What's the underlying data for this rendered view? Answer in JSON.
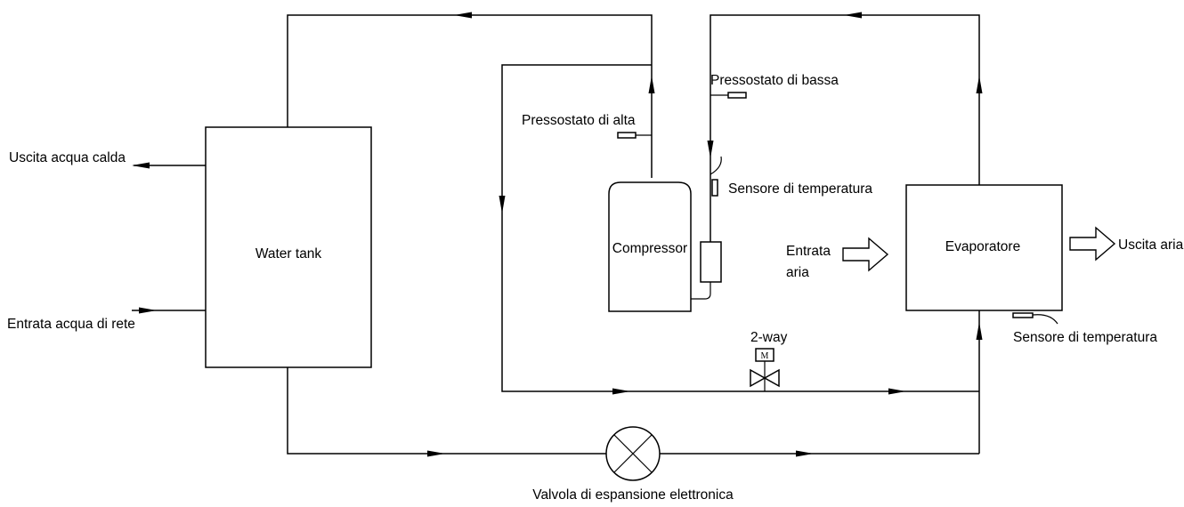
{
  "labels": {
    "water_tank": "Water tank",
    "compressor": "Compressor",
    "evaporator": "Evaporatore",
    "hot_water_out": "Uscita acqua calda",
    "mains_water_in": "Entrata acqua di rete",
    "high_pressure_switch": "Pressostato di alta",
    "low_pressure_switch": "Pressostato di bassa",
    "temp_sensor_suction": "Sensore di temperatura",
    "temp_sensor_evaporator": "Sensore di temperatura",
    "air_in_line1": "Entrata",
    "air_in_line2": "aria",
    "air_out": "Uscita aria",
    "two_way_valve": "2-way",
    "valve_motor": "M",
    "expansion_valve": "Valvola di espansione elettronica"
  }
}
